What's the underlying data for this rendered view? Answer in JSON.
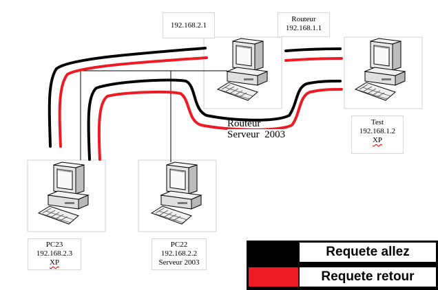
{
  "nodes": {
    "router_pc": {
      "ip_lan": "192.168.2.1",
      "ip_wan_title": "Routeur",
      "ip_wan": "192.168.1.1",
      "name_line1": "Routeur",
      "name_line2": "Serveur  2003"
    },
    "test_pc": {
      "name": "Test",
      "ip": "192.168.1.2",
      "os": "XP"
    },
    "pc23": {
      "name": "PC23",
      "ip": "192.168.2.3",
      "os": "XP"
    },
    "pc22": {
      "name": "PC22",
      "ip": "192.168.2.2",
      "os": "Serveur 2003"
    }
  },
  "legend": [
    {
      "label": "Requete allez",
      "color": "#000000"
    },
    {
      "label": "Requete retour",
      "color": "#ed1c24"
    }
  ],
  "colors": {
    "request_path": "#000000",
    "response_path": "#ed1c24",
    "network_cable": "#000000"
  }
}
